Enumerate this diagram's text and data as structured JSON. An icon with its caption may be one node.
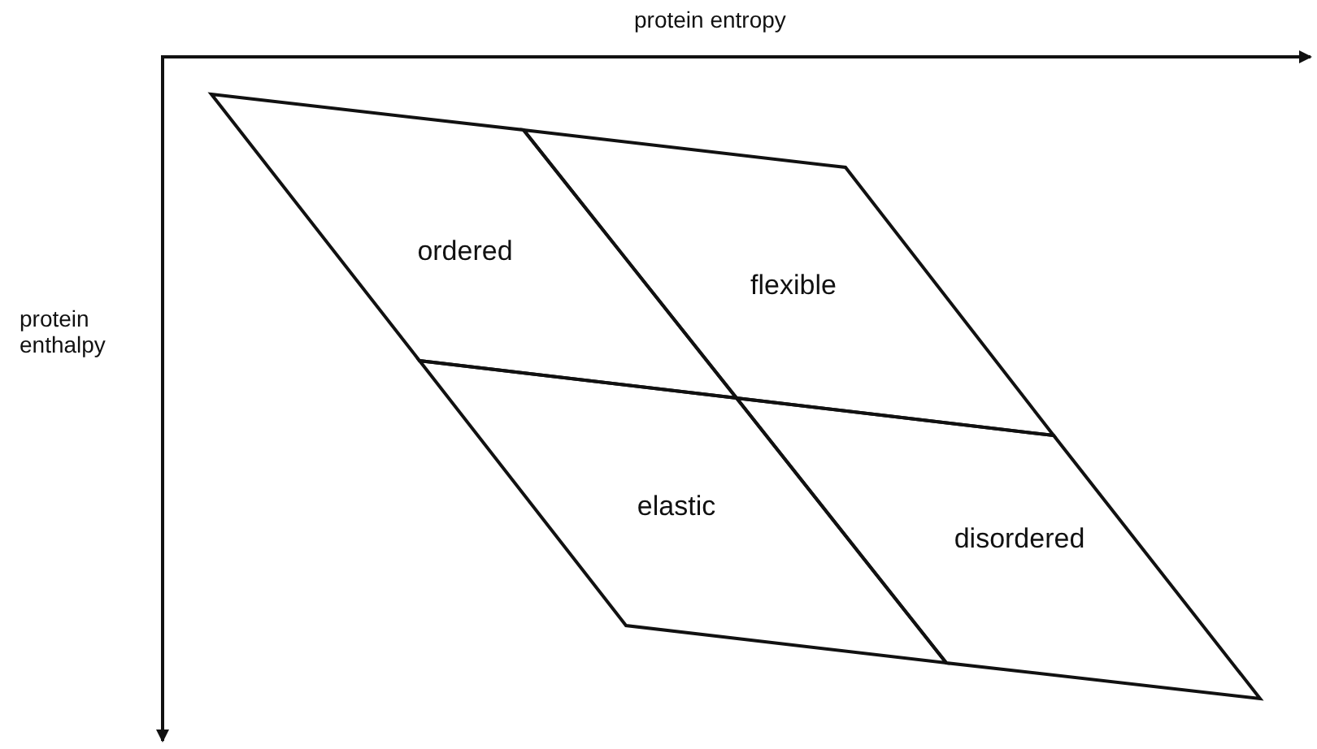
{
  "diagram": {
    "nodes": [
      {
        "text": [
          "ordered"
        ]
      },
      {
        "text": [
          "flexible"
        ]
      },
      {
        "text": [
          "elastic"
        ]
      },
      {
        "text": [
          "disordered"
        ]
      }
    ],
    "labels": [
      "protein entropy",
      "protein enthalpy"
    ]
  }
}
